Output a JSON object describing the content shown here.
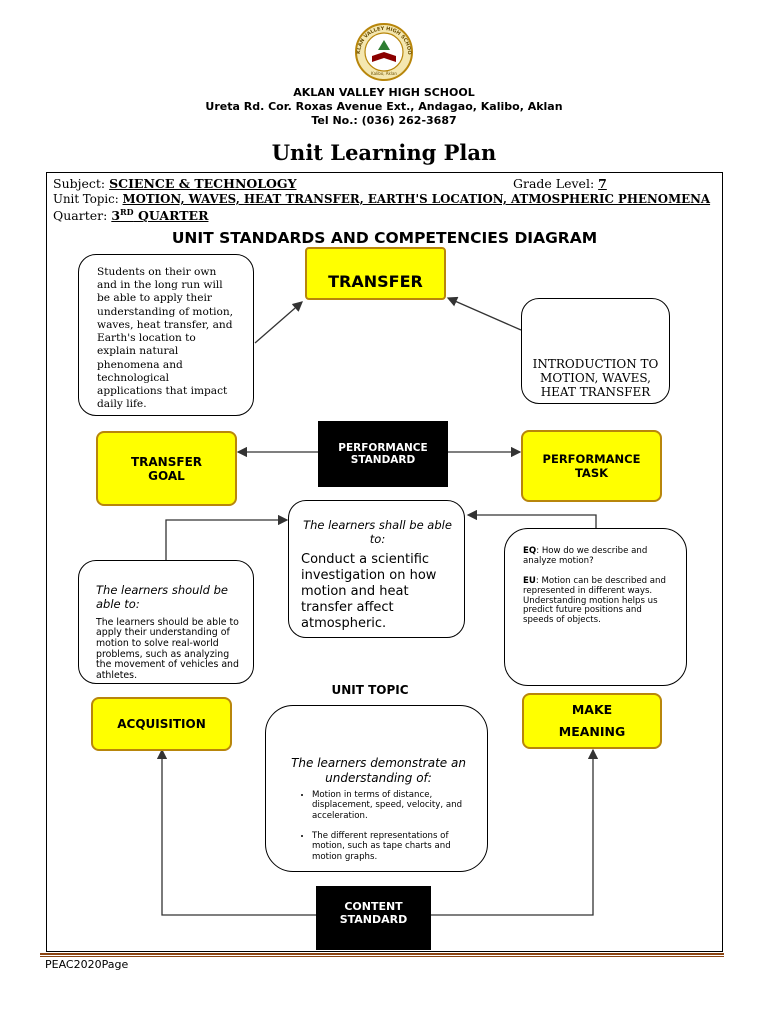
{
  "header": {
    "school_name": "AKLAN VALLEY HIGH SCHOOL",
    "address": "Ureta Rd. Cor. Roxas Avenue Ext., Andagao, Kalibo, Aklan",
    "tel": "Tel No.: (036) 262-3687",
    "logo_ring_text": "AKLAN VALLEY HIGH SCHOOL",
    "logo_motto": "Kalibo, Aklan"
  },
  "page_title": "Unit Learning Plan",
  "fields": {
    "subject_label": "Subject: ",
    "subject_value": "SCIENCE & TECHNOLOGY",
    "grade_label": "Grade Level: ",
    "grade_value": "7",
    "topic_label": "Unit Topic: ",
    "topic_value": "MOTION, WAVES, HEAT TRANSFER, EARTH'S LOCATION, ATMOSPHERIC PHENOMENA",
    "quarter_label": "Quarter: ",
    "quarter_num": "3",
    "quarter_sup": "RD",
    "quarter_word": " QUARTER"
  },
  "diagram": {
    "title": "UNIT STANDARDS AND COMPETENCIES DIAGRAM",
    "transfer_text": "Students on their own and in the long run will be able to apply their understanding of motion, waves, heat transfer, and Earth's location to explain natural phenomena and technological applications that impact daily life.",
    "transfer_header": "TRANSFER",
    "intro_text": "INTRODUCTION TO  MOTION, WAVES, HEAT TRANSFER",
    "transfer_goal": "TRANSFER GOAL",
    "performance_standard": "PERFORMANCE STANDARD",
    "performance_task": "PERFORMANCE TASK",
    "perf_lead": "The learners shall be able to:",
    "perf_body": "Conduct a scientific investigation on how motion and heat transfer affect atmospheric.",
    "eq_label": "EQ",
    "eq_text": ": How do we describe and analyze motion?",
    "eu_label": "EU",
    "eu_text": ": Motion can be described and represented in different ways. Understanding motion helps us predict future positions and speeds of objects.",
    "acq_lead": "The learners should be able to:",
    "acq_body": "The learners should be able to apply their understanding of motion to solve real-world problems, such as analyzing the movement of vehicles and athletes.",
    "unit_topic": "UNIT TOPIC",
    "acquisition": "ACQUISITION",
    "make_meaning_1": "MAKE",
    "make_meaning_2": "MEANING",
    "content_lead": "The learners demonstrate an understanding of:",
    "content_items": [
      "Motion in terms of distance, displacement, speed, velocity, and acceleration.",
      "The different representations of motion, such as tape charts and motion graphs."
    ],
    "content_standard": "CONTENT STANDARD"
  },
  "footer": {
    "text": "PEAC2020Page"
  },
  "colors": {
    "yellow": "#ffff00",
    "yellow_border": "#b8860b",
    "black": "#000000",
    "rule": "#8b4513"
  }
}
